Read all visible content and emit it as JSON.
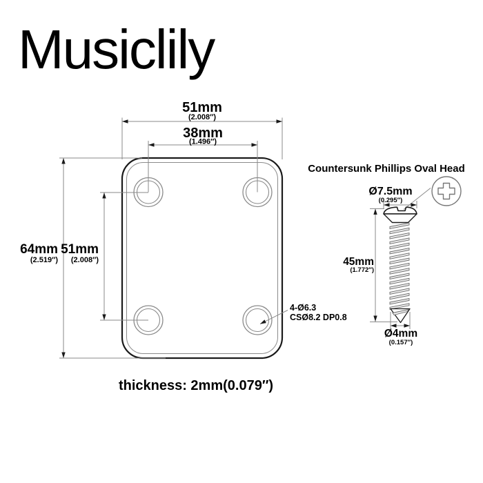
{
  "brand": {
    "logo_text": "Musiclily"
  },
  "plate_drawing": {
    "width_dim": {
      "value": "51mm",
      "inch": "(2.008″)"
    },
    "hole_spacing_h_dim": {
      "value": "38mm",
      "inch": "(1.496″)"
    },
    "height_dim": {
      "value": "64mm",
      "inch": "(2.519″)"
    },
    "hole_spacing_v_dim": {
      "value": "51mm",
      "inch": "(2.008″)"
    },
    "hole_callout": {
      "line1": "4-Ø6.3",
      "line2": "CSØ8.2 DP0.8"
    },
    "thickness_note": "thickness: 2mm(0.079″)"
  },
  "screw_drawing": {
    "title": "Countersunk Phillips Oval Head",
    "head_dia_dim": {
      "value": "Ø7.5mm",
      "inch": "(0.295″)"
    },
    "length_dim": {
      "value": "45mm",
      "inch": "(1.772″)"
    },
    "shank_dia_dim": {
      "value": "Ø4mm",
      "inch": "(0.157″)"
    }
  },
  "colors": {
    "background": "#ffffff",
    "outline_dark": "#1a1a1a",
    "line_dim": "#8a8a8a",
    "text": "#000000"
  }
}
